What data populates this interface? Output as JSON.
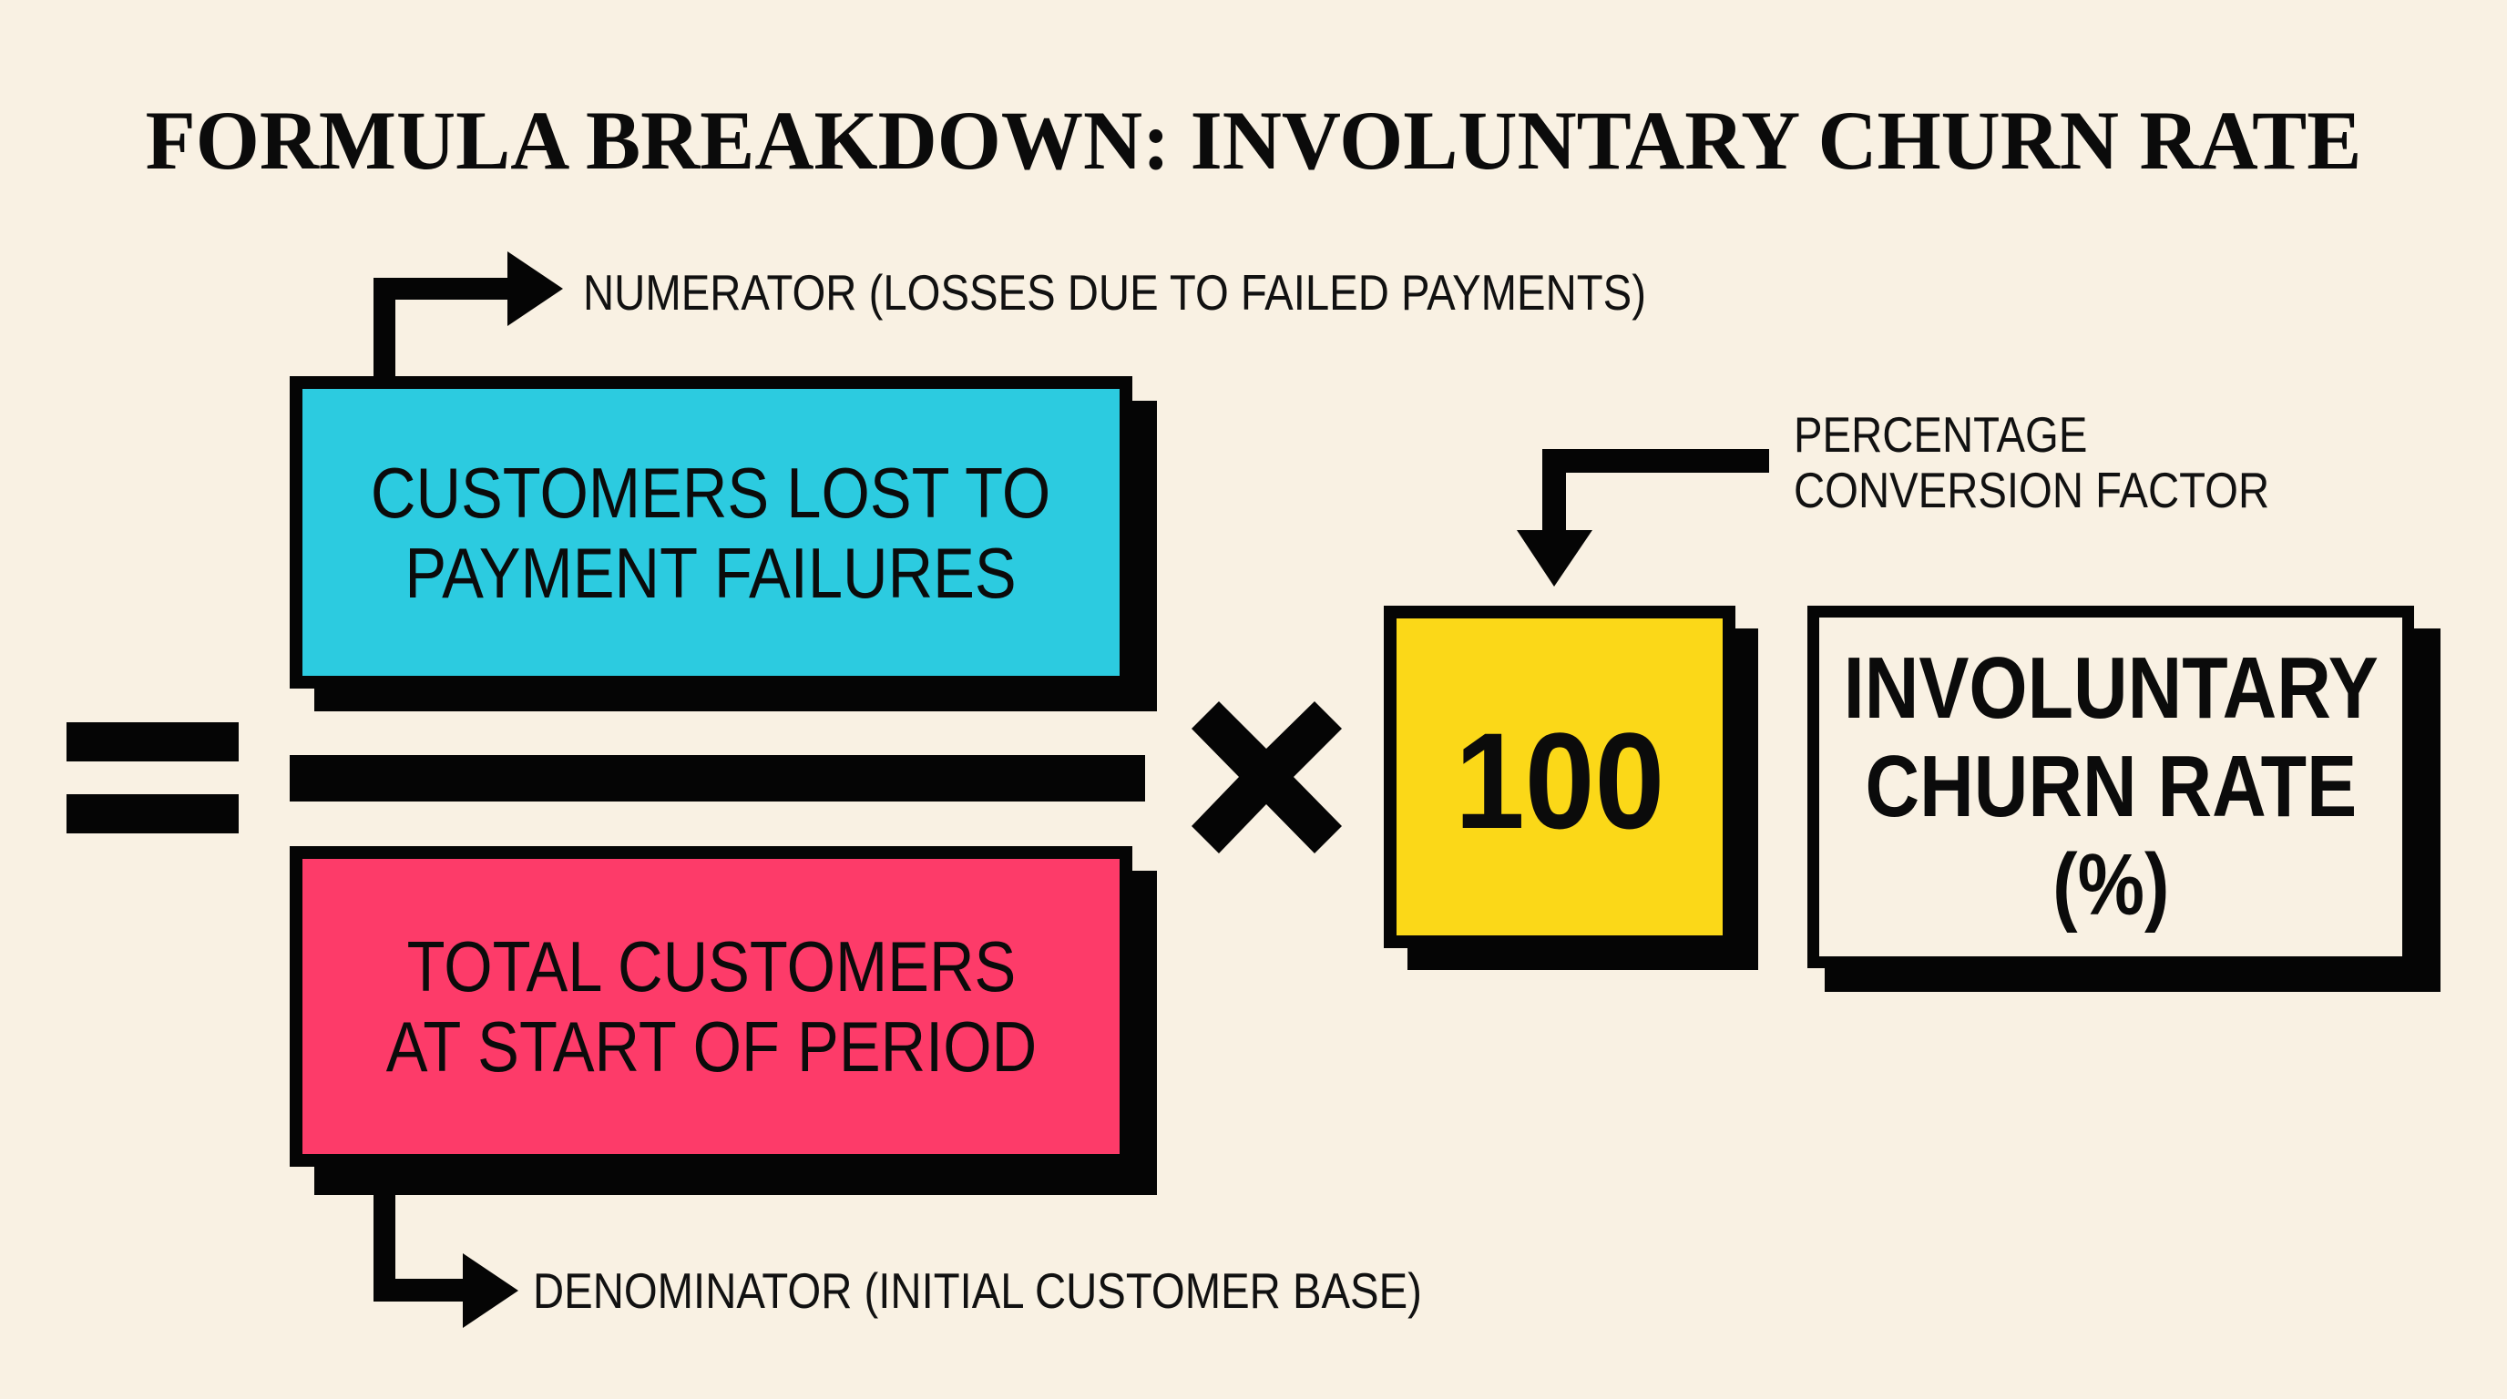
{
  "title": "FORMULA BREAKDOWN: INVOLUNTARY CHURN RATE",
  "result": {
    "label": "INVOLUNTARY\nCHURN RATE\n(%)",
    "background": "#f9f1e3"
  },
  "equals_sign": "=",
  "numerator": {
    "box_text": "CUSTOMERS LOST TO\nPAYMENT FAILURES",
    "annotation": "NUMERATOR (LOSSES DUE TO FAILED PAYMENTS)",
    "color": "#2ccbe0"
  },
  "denominator": {
    "box_text": "TOTAL CUSTOMERS\nAT START OF PERIOD",
    "annotation": "DENOMINATOR (INITIAL CUSTOMER BASE)",
    "color": "#fd3b69"
  },
  "operator": "×",
  "multiplier": {
    "value": "100",
    "annotation_line1": "PERCENTAGE",
    "annotation_line2": "CONVERSION FACTOR",
    "color": "#fbd818"
  },
  "colors": {
    "background": "#f9f1e3",
    "ink": "#050505"
  },
  "icons": {
    "numerator_arrow": "arrow-up-right-elbow-icon",
    "denominator_arrow": "arrow-down-right-elbow-icon",
    "multiplier_arrow": "arrow-left-down-elbow-icon",
    "times": "multiply-icon",
    "equals": "equals-icon"
  }
}
